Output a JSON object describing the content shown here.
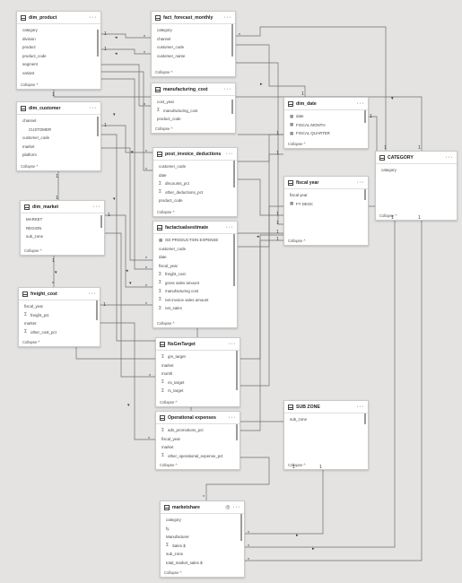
{
  "tables": {
    "dim_product": {
      "title": "dim_product",
      "collapse": "Collapse ^",
      "fields": [
        "category",
        "division",
        "product",
        "product_code",
        "segment",
        "variant"
      ]
    },
    "fact_forecast_monthly": {
      "title": "fact_forecast_monthly",
      "collapse": "Collapse ^",
      "fields": [
        "category",
        "channel",
        "customer_code",
        "customer_name"
      ]
    },
    "manufacturing_cost": {
      "title": "manufacturing_cost",
      "collapse": "Collapse ^",
      "fields": [
        "cost_year",
        "manufacturing_cost",
        "product_code"
      ]
    },
    "dim_date": {
      "title": "dim_date",
      "collapse": "Collapse ^",
      "fields": [
        "date",
        "FISCAL MONTH",
        "FISCAL QUARTER"
      ]
    },
    "dim_customer": {
      "title": "dim_customer",
      "collapse": "Collapse ^",
      "fields": [
        "channel",
        "CUSTOMER",
        "customer_code",
        "market",
        "platform"
      ]
    },
    "post_invoice_deductions": {
      "title": "post_invoice_deductions",
      "collapse": "Collapse ^",
      "fields": [
        "customer_code",
        "date",
        "discounts_pct",
        "other_deductions_pct",
        "product_code"
      ]
    },
    "category": {
      "title": "CATEGORY",
      "collapse": "Collapse ^",
      "fields": [
        "category"
      ]
    },
    "fiscal_year": {
      "title": "fiscal year",
      "collapse": "Collapse ^",
      "fields": [
        "fiscal year",
        "FY DESC"
      ]
    },
    "dim_market": {
      "title": "dim_market",
      "collapse": "Collapse ^",
      "fields": [
        "MARKET",
        "REGION",
        "sub_zone"
      ]
    },
    "fact_actuals_estimate": {
      "title": "factactualsestimate",
      "collapse": "Collapse ^",
      "fields": [
        "GD PRODUCTION EXPENSE",
        "customer_code",
        "date",
        "fiscal_year",
        "freight_cost",
        "gross sales amount",
        "manufacturing cost",
        "net invoice sales amount",
        "net_sales"
      ]
    },
    "freight_cost": {
      "title": "freight_cost",
      "collapse": "Collapse ^",
      "fields": [
        "fiscal_year",
        "freight_pct",
        "market",
        "other_cost_pct"
      ]
    },
    "nsgm_target": {
      "title": "NsGmTarget",
      "collapse": "Collapse ^",
      "fields": [
        "gm_target",
        "market",
        "month",
        "ns_target",
        "rs_target"
      ]
    },
    "operational_expenses": {
      "title": "Operational expenses",
      "collapse": "Collapse ^",
      "fields": [
        "ads_promotions_pct",
        "fiscal_year",
        "market",
        "other_operational_expense_pct"
      ]
    },
    "sub_zone": {
      "title": "SUB ZONE",
      "collapse": "Collapse ^",
      "fields": [
        "sub_zone"
      ]
    },
    "market_share": {
      "title": "marketshare",
      "collapse": "Collapse ^",
      "fields": [
        "category",
        "fy",
        "Manufacturer",
        "Sales $",
        "sub_zone",
        "total_market_sales $"
      ]
    }
  },
  "icons": {
    "more": "more-options-icon",
    "table": "table-icon",
    "sigma": "sigma-icon",
    "calendar": "calendar-icon",
    "eye": "eye-hidden-icon"
  },
  "cardinality": {
    "one": "1",
    "many": "*"
  },
  "colors": {
    "canvas": "#e4e3e2",
    "card": "#ffffff",
    "line": "#6e6e6e"
  }
}
